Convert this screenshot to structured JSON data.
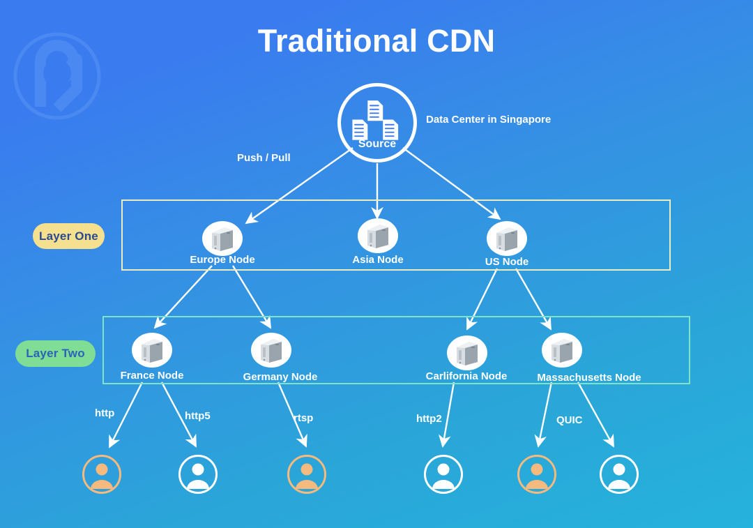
{
  "page": {
    "title": "Traditional CDN",
    "background_from": "#3a7bf0",
    "background_to": "#25b2dc",
    "logo_name": "p-circle-logo-watermark"
  },
  "source": {
    "label": "Source",
    "annotation": "Data Center in Singapore",
    "transfer_label": "Push / Pull",
    "icon": "documents-stack-icon"
  },
  "layers": [
    {
      "badge": "Layer One",
      "badge_color": "#f5e08f",
      "badge_text_color": "#2b4a8f",
      "border_color": "#e9edc0",
      "nodes": [
        {
          "label": "Europe Node",
          "icon": "server-tower-icon"
        },
        {
          "label": "Asia Node",
          "icon": "server-tower-icon"
        },
        {
          "label": "US Node",
          "icon": "server-tower-icon"
        }
      ]
    },
    {
      "badge": "Layer Two",
      "badge_color": "#7fdd96",
      "badge_text_color": "#2b63b5",
      "border_color": "#7fe3c8",
      "nodes": [
        {
          "label": "France Node",
          "icon": "server-tower-icon"
        },
        {
          "label": "Germany Node",
          "icon": "server-tower-icon"
        },
        {
          "label": "Carlifornia Node",
          "icon": "server-tower-icon"
        },
        {
          "label": "Massachusetts Node",
          "icon": "server-tower-icon"
        }
      ]
    }
  ],
  "protocols": [
    {
      "label": "http"
    },
    {
      "label": "http5"
    },
    {
      "label": "rtsp"
    },
    {
      "label": "http2"
    },
    {
      "label": "QUIC"
    }
  ],
  "clients": [
    {
      "name": "client-1",
      "color": "#f6b97e"
    },
    {
      "name": "client-2",
      "color": "#ffffff"
    },
    {
      "name": "client-3",
      "color": "#f6b97e"
    },
    {
      "name": "client-4",
      "color": "#ffffff"
    },
    {
      "name": "client-5",
      "color": "#f6b97e"
    },
    {
      "name": "client-6",
      "color": "#ffffff"
    }
  ]
}
